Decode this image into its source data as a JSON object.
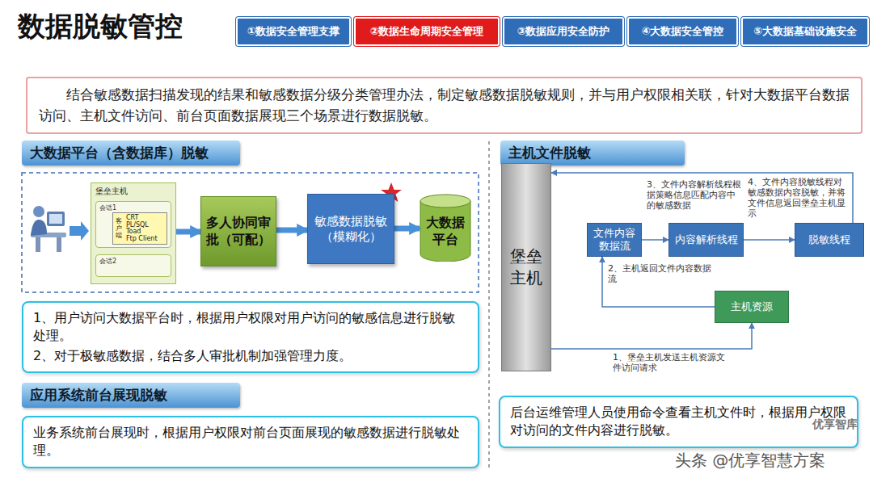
{
  "diagram": {
    "title": "数据脱敏管控",
    "nodes": [
      {
        "text": [
          "①数据安全管理支撑"
        ]
      },
      {
        "text": [
          "②数据生命周期安全管理"
        ]
      },
      {
        "text": [
          "③数据应用安全防护"
        ]
      },
      {
        "text": [
          "④大数据安全管控"
        ]
      },
      {
        "text": [
          "⑤大数据基础设施安全"
        ]
      },
      {
        "text": [
          "结合敏感数据扫描发现的结果和敏感数据分级分类管理办法，制定敏感数据脱敏规则，并与用户权限相关联，针对大数据平台数据访问、主机文件访问、前台页面数据展现三个场景进行数据脱敏。"
        ]
      },
      {
        "text": [
          "大数据平台（含数据库）脱敏"
        ]
      },
      {
        "text": [
          "堡垒主机"
        ]
      },
      {
        "text": [
          "会话1"
        ],
        "in": 7
      },
      {
        "text": [
          "客户端",
          "CRT",
          "PL/SQL",
          "Toad",
          "Ftp Client"
        ],
        "in": 8
      },
      {
        "text": [
          "会话2"
        ],
        "in": 7
      },
      {
        "text": [
          "多人协同审批（可配）"
        ]
      },
      {
        "text": [
          "敏感数据脱敏（模糊化）"
        ]
      },
      {
        "text": [
          "大数据平台"
        ]
      },
      {
        "text": [
          "1、用户访问大数据平台时，根据用户权限对用户访问的敏感信息进行脱敏处理。",
          "2、对于极敏感数据，结合多人审批机制加强管理力度。"
        ]
      },
      {
        "text": [
          "应用系统前台展现脱敏"
        ]
      },
      {
        "text": [
          "业务系统前台展现时，根据用户权限对前台页面展现的敏感数据进行脱敏处理。"
        ]
      },
      {
        "text": [
          "主机文件脱敏"
        ]
      },
      {
        "text": [
          "堡垒主机"
        ]
      },
      {
        "text": [
          "文件内容数据流"
        ]
      },
      {
        "text": [
          "内容解析线程"
        ]
      },
      {
        "text": [
          "脱敏线程"
        ]
      },
      {
        "text": [
          "主机资源"
        ]
      },
      {
        "text": [
          "后台运维管理人员使用命令查看主机文件时，根据用户权限对访问的文件内容进行脱敏。"
        ]
      }
    ],
    "edges": [
      {
        "from": 7,
        "to": 11,
        "arrow": "to"
      },
      {
        "from": 11,
        "to": 12,
        "arrow": "to"
      },
      {
        "from": 12,
        "to": 13,
        "arrow": "to"
      },
      {
        "from": 18,
        "to": 22,
        "label": "1、堡垒主机发送主机资源文件访问请求",
        "arrow": "to"
      },
      {
        "from": 22,
        "to": 19,
        "label": "2、主机返回文件内容数据流",
        "arrow": "to"
      },
      {
        "from": 19,
        "to": 20,
        "label": "3、文件内容解析线程根据策略信息匹配内容中的敏感数据",
        "arrow": "to"
      },
      {
        "from": 20,
        "to": 21,
        "arrow": "to"
      },
      {
        "from": 21,
        "to": 18,
        "label": "4、文件内容脱敏线程对敏感数据内容脱敏，并将文件信息返回堡垒主机显示",
        "arrow": "to"
      }
    ],
    "labels": [
      "优享智库",
      "头条 @优享智慧方案"
    ]
  }
}
